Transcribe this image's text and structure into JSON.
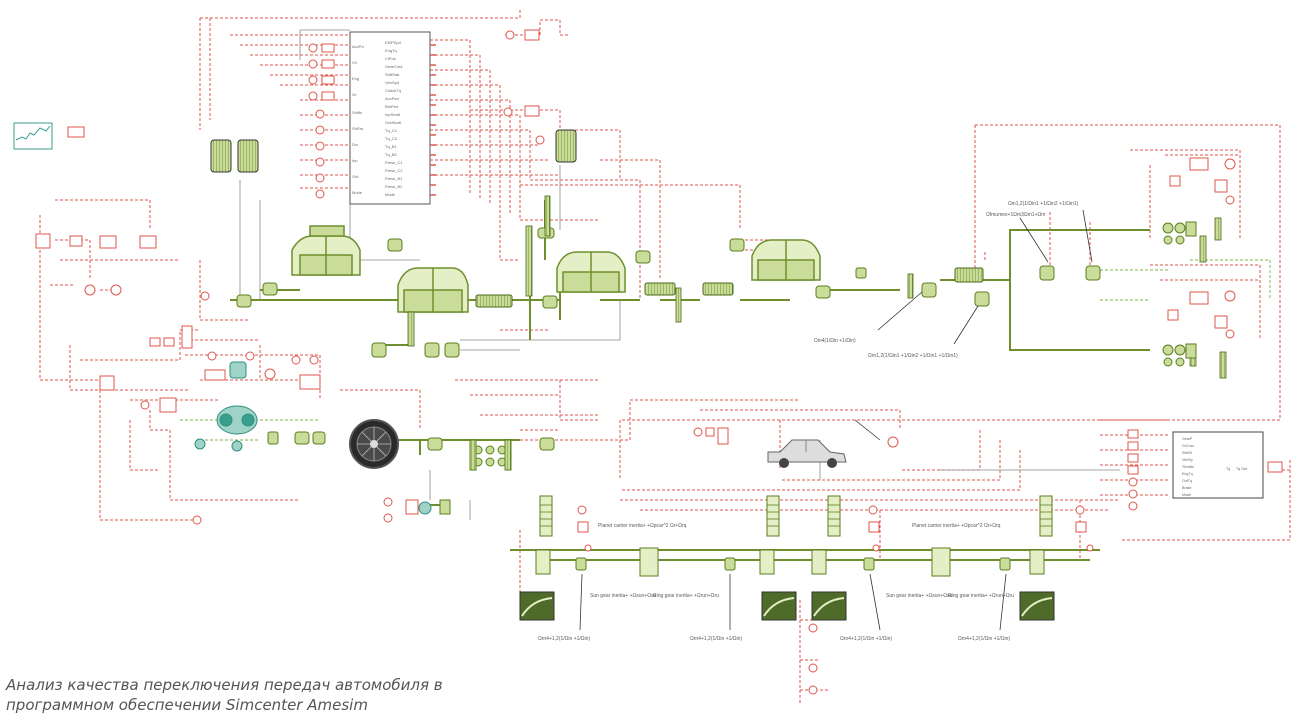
{
  "caption": {
    "line1": "Анализ качества переключения передач автомобиля в",
    "line2": "программном обеспечении Simcenter Amesim"
  },
  "colors": {
    "signal": "#e0564c",
    "mechanical": "#6f8f2e",
    "component_fill": "#c9dc9a",
    "component_light": "#e4efc5",
    "gray_link": "#8a8a8a",
    "black": "#222222"
  },
  "icons": [
    "plot-icon",
    "vehicle-icon",
    "engine-icon",
    "shaft-icon",
    "road-profile-icon",
    "spring-damper-icon"
  ],
  "equations": {
    "eq1": "Ωin1,2(1/Ωin1 +1/Ωin2 +1/Ωin1)",
    "eq2": "Ωfmumex+1Ωm3Ωm1+Ωm",
    "eq3": "Ωrn1,2(1/Ωin1 +1/Ωin2 +1/Ωin1 +1/Ωin1)",
    "eq4": "Ωin4(1/Ωin +1/Ωin)",
    "eq5": "Ωrn4+1,2(1/Ωin +1/Ωin)",
    "eq6": "Ωrn4+1,2(1/Ωin +1/Ωin)",
    "eq7": "Ωrn4+1,2(1/Ωin +1/Ωin)",
    "planet1": "Planet carrier inertia+ +Ωpcar^2 Ωr+Ωrq",
    "planet2": "Planet carrier inertia+ +Ωpcar^2 Ωr+Ωrq",
    "sun1": "Sun gear inertia+ +Ωsun+Ωsu",
    "ring1": "Ring gear inertia+ +Ωrun+Ωru",
    "sun2": "Sun gear inertia+ +Ωsun+Ωsu",
    "ring2": "Ring gear inertia+ +Ωrun+Ωru"
  }
}
